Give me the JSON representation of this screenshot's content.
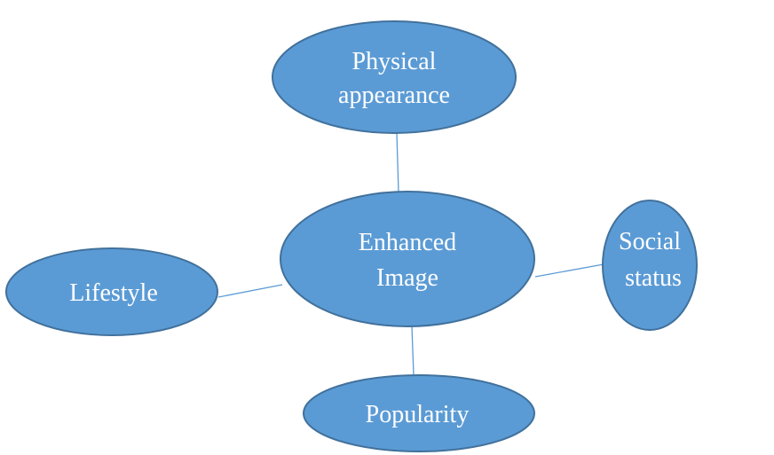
{
  "diagram": {
    "center": {
      "lines": [
        "Enhanced",
        "Image"
      ]
    },
    "nodes": {
      "top": {
        "lines": [
          "Physical",
          "appearance"
        ]
      },
      "left": {
        "lines": [
          "Lifestyle"
        ]
      },
      "right": {
        "lines": [
          "Social",
          "status"
        ]
      },
      "bottom": {
        "lines": [
          "Popularity"
        ]
      }
    },
    "colors": {
      "fill": "#5B9BD5",
      "stroke": "#41719C",
      "text": "#FFFFFF"
    }
  }
}
